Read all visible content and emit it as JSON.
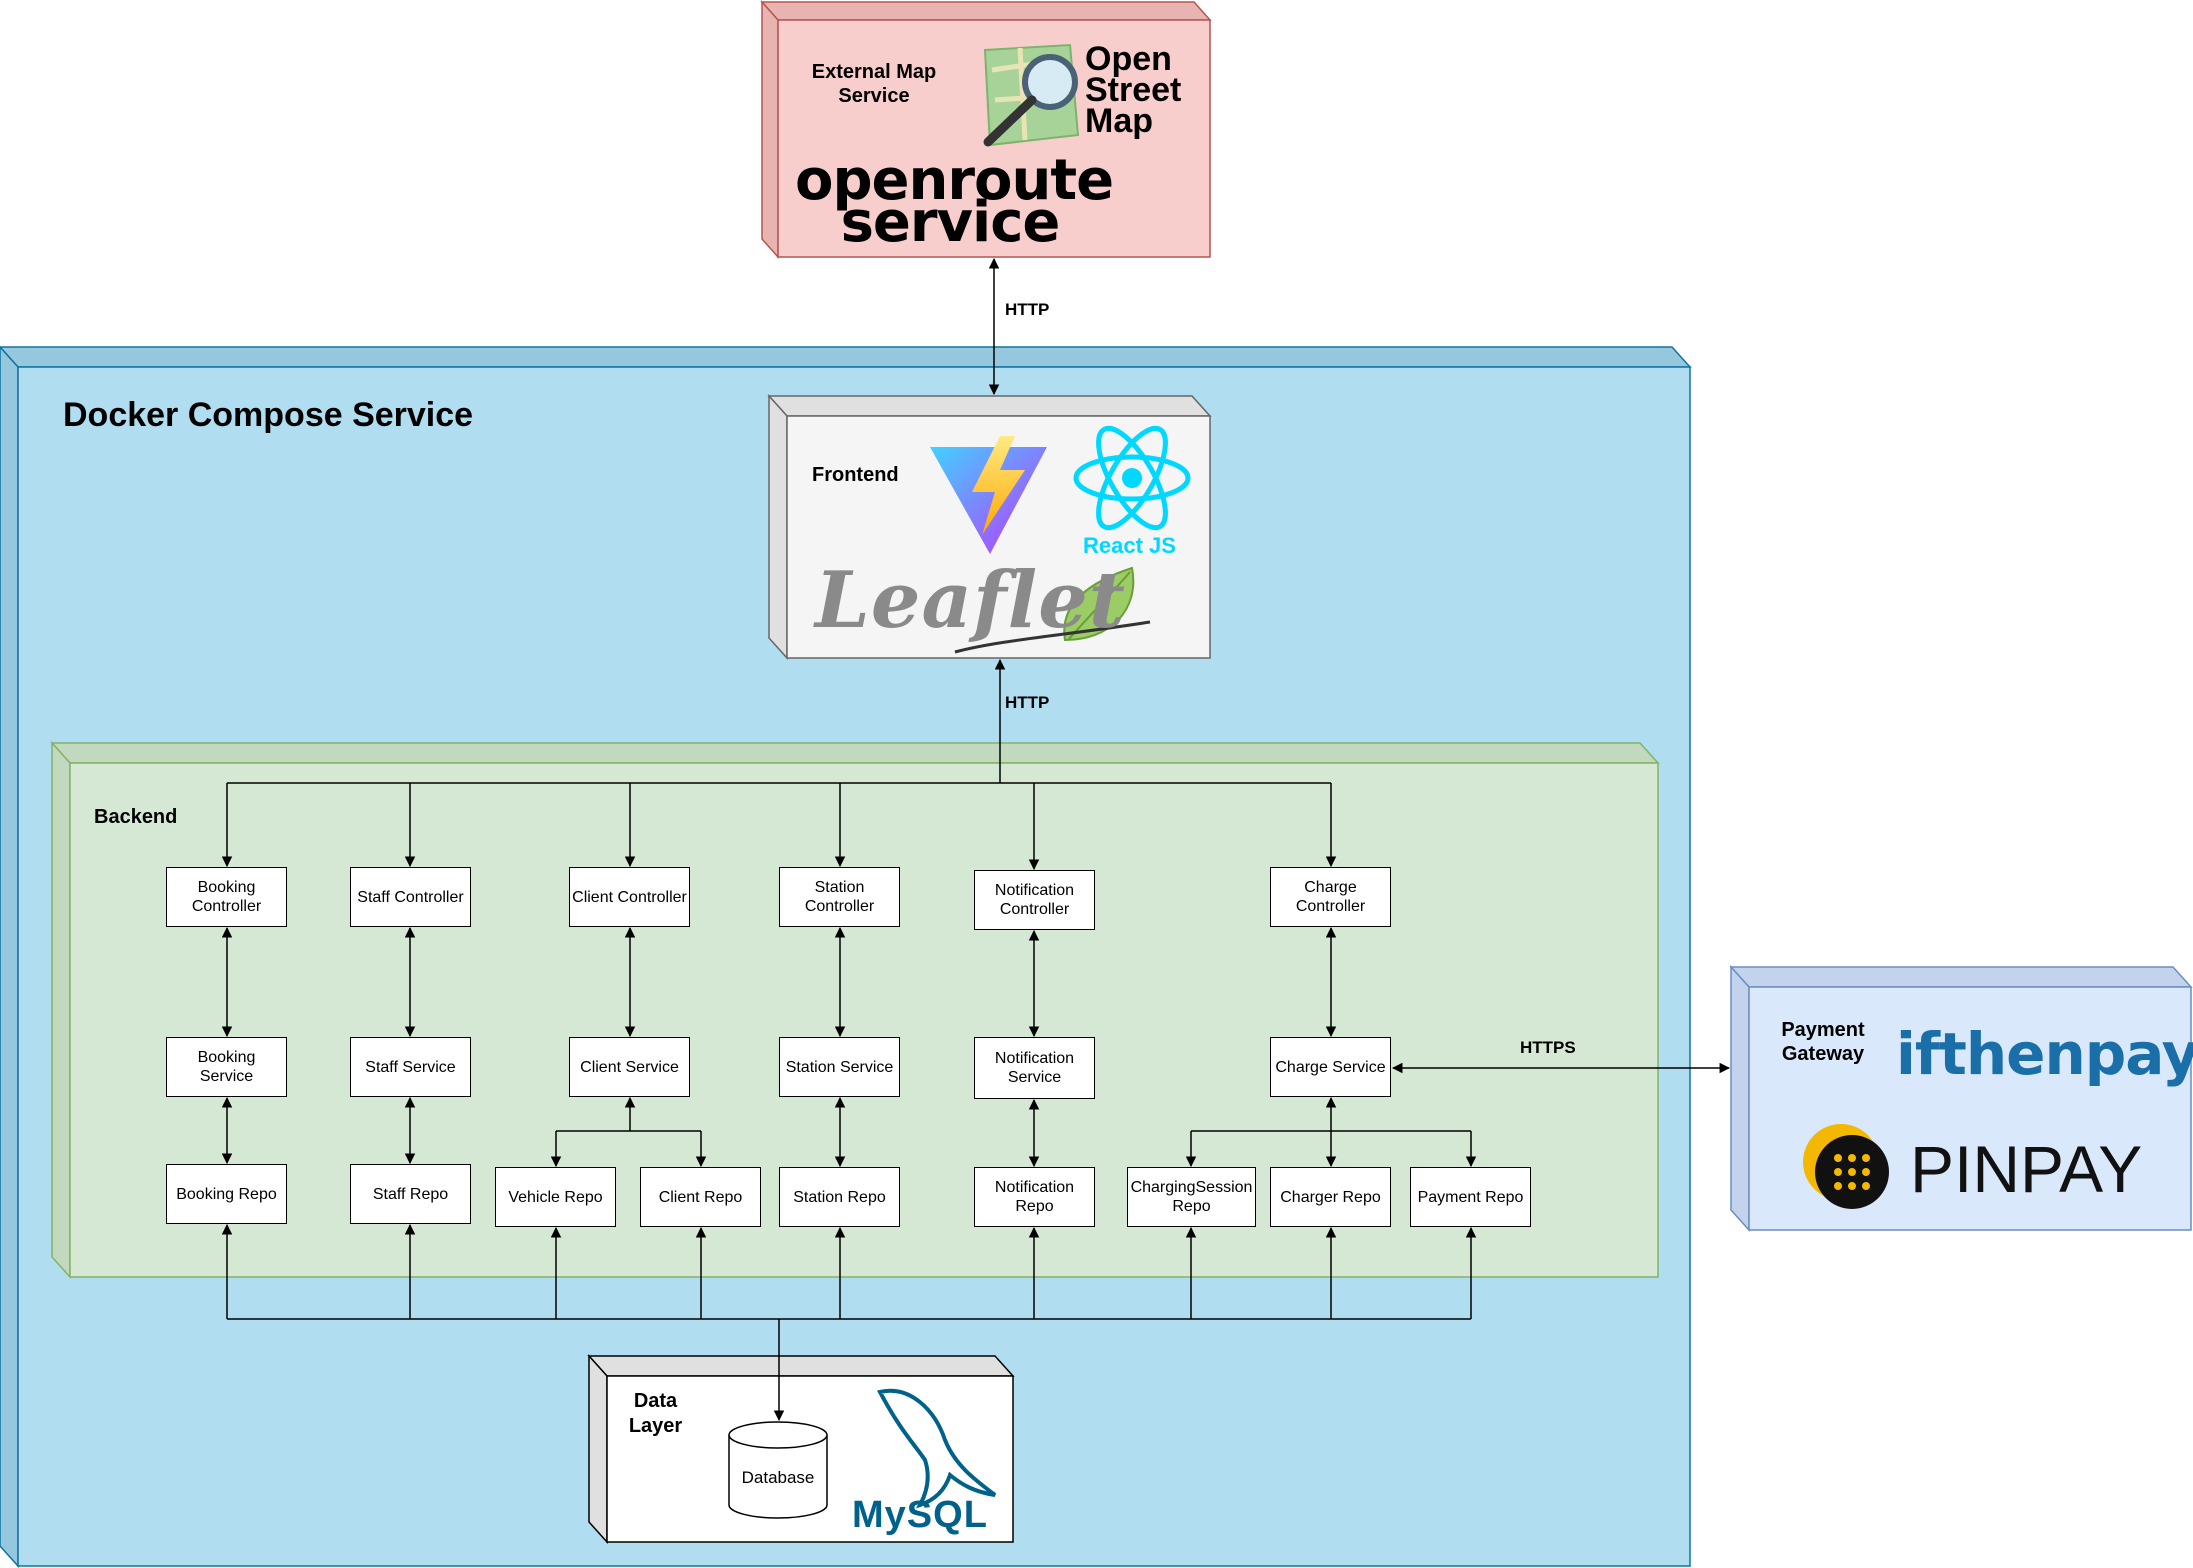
{
  "external_map": {
    "title": "External Map\nService",
    "osm_logo_text": "Open\nStreet\nMap",
    "ors_logo_text": "openroute\nservice"
  },
  "docker": {
    "title": "Docker Compose Service"
  },
  "frontend": {
    "title": "Frontend",
    "react_text": "React JS",
    "leaflet_text": "Leaflet"
  },
  "backend": {
    "title": "Backend",
    "controllers": [
      "Booking\nController",
      "Staff Controller",
      "Client Controller",
      "Station\nController",
      "Notification\nController",
      "Charge\nController"
    ],
    "services": [
      "Booking Service",
      "Staff Service",
      "Client Service",
      "Station Service",
      "Notification\nService",
      "Charge Service"
    ],
    "repos": [
      "Booking Repo",
      "Staff Repo",
      "Vehicle Repo",
      "Client Repo",
      "Station Repo",
      "Notification\nRepo",
      "ChargingSession\nRepo",
      "Charger Repo",
      "Payment Repo"
    ]
  },
  "data_layer": {
    "title": "Data\nLayer",
    "database_label": "Database",
    "mysql_text": "MySQL"
  },
  "payment": {
    "title": "Payment\nGateway",
    "ifthenpay_text": "ifthenpay",
    "pinpay_text": "PINPAY"
  },
  "connections": {
    "http_top": "HTTP",
    "http_frontend": "HTTP",
    "https_payment": "HTTPS"
  },
  "colors": {
    "external_fill": "#f8cecc",
    "external_stroke": "#b85450",
    "docker_fill": "#b1ddf0",
    "docker_stroke": "#10739e",
    "frontend_fill": "#f5f5f5",
    "backend_fill": "#d5e8d4",
    "backend_stroke": "#82b366",
    "payment_fill": "#dae8fc",
    "payment_stroke": "#6c8ebf",
    "react_cyan": "#00d8ff",
    "mysql_blue": "#00618a",
    "ifthenpay_blue": "#1a6fa8",
    "leaf_green": "#8bc34a"
  }
}
